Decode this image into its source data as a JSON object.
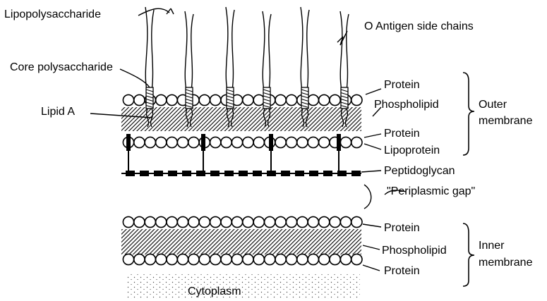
{
  "labels": {
    "lipopolysaccharide": "Lipopolysaccharide",
    "o_antigen": "O Antigen side chains",
    "core_polysaccharide": "Core polysaccharide",
    "lipid_a": "Lipid A",
    "protein_outer_top": "Protein",
    "phospholipid_outer": "Phospholipid",
    "protein_outer_bottom": "Protein",
    "lipoprotein": "Lipoprotein",
    "outer_membrane_line1": "Outer",
    "outer_membrane_line2": "membrane",
    "peptidoglycan": "Peptidoglycan",
    "periplasmic_gap": "\"Periplasmic gap\"",
    "protein_inner_top": "Protein",
    "phospholipid_inner": "Phospholipid",
    "protein_inner_bottom": "Protein",
    "inner_membrane_line1": "Inner",
    "inner_membrane_line2": "membrane",
    "cytoplasm": "Cytoplasm"
  },
  "colors": {
    "ink": "#000000",
    "background": "#ffffff"
  }
}
